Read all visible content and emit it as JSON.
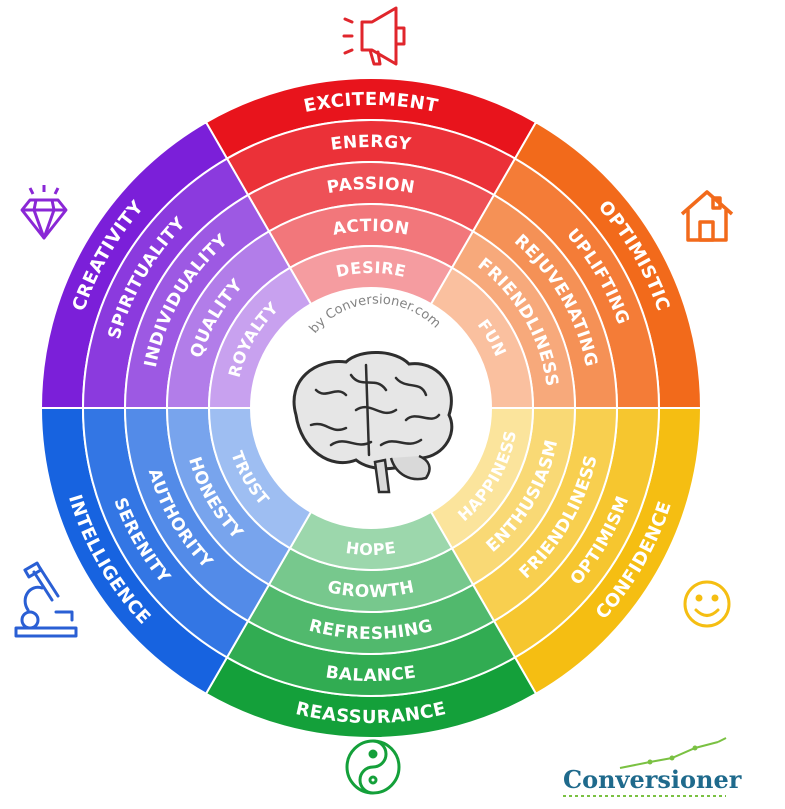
{
  "sectors": [
    {
      "color": "#e8141c",
      "words": [
        "EXCITEMENT",
        "ENERGY",
        "PASSION",
        "ACTION",
        "DESIRE"
      ],
      "icon": "megaphone-icon"
    },
    {
      "color": "#f26a1b",
      "words": [
        "OPTIMISTIC",
        "UPLIFTING",
        "REJUVENATING",
        "FRIENDLINESS",
        "FUN"
      ],
      "icon": "house-icon"
    },
    {
      "color": "#f5be12",
      "words": [
        "CONFIDENCE",
        "OPTIMISM",
        "FRIENDLINESS",
        "ENTHUSIASM",
        "HAPPINESS"
      ],
      "icon": "smiley-icon"
    },
    {
      "color": "#14a03a",
      "words": [
        "REASSURANCE",
        "BALANCE",
        "REFRESHING",
        "GROWTH",
        "HOPE"
      ],
      "icon": "yin-yang-icon"
    },
    {
      "color": "#1763e0",
      "words": [
        "INTELLIGENCE",
        "SERENITY",
        "AUTHORITY",
        "HONESTY",
        "TRUST"
      ],
      "icon": "microscope-icon"
    },
    {
      "color": "#7b1fd9",
      "words": [
        "CREATIVITY",
        "SPIRITUALITY",
        "INDIVIDUALITY",
        "QUALITY",
        "ROYALTY"
      ],
      "icon": "diamond-icon"
    }
  ],
  "watermark": "by Conversioner.com",
  "brand": "Conversioner",
  "center_icon": "brain-icon"
}
